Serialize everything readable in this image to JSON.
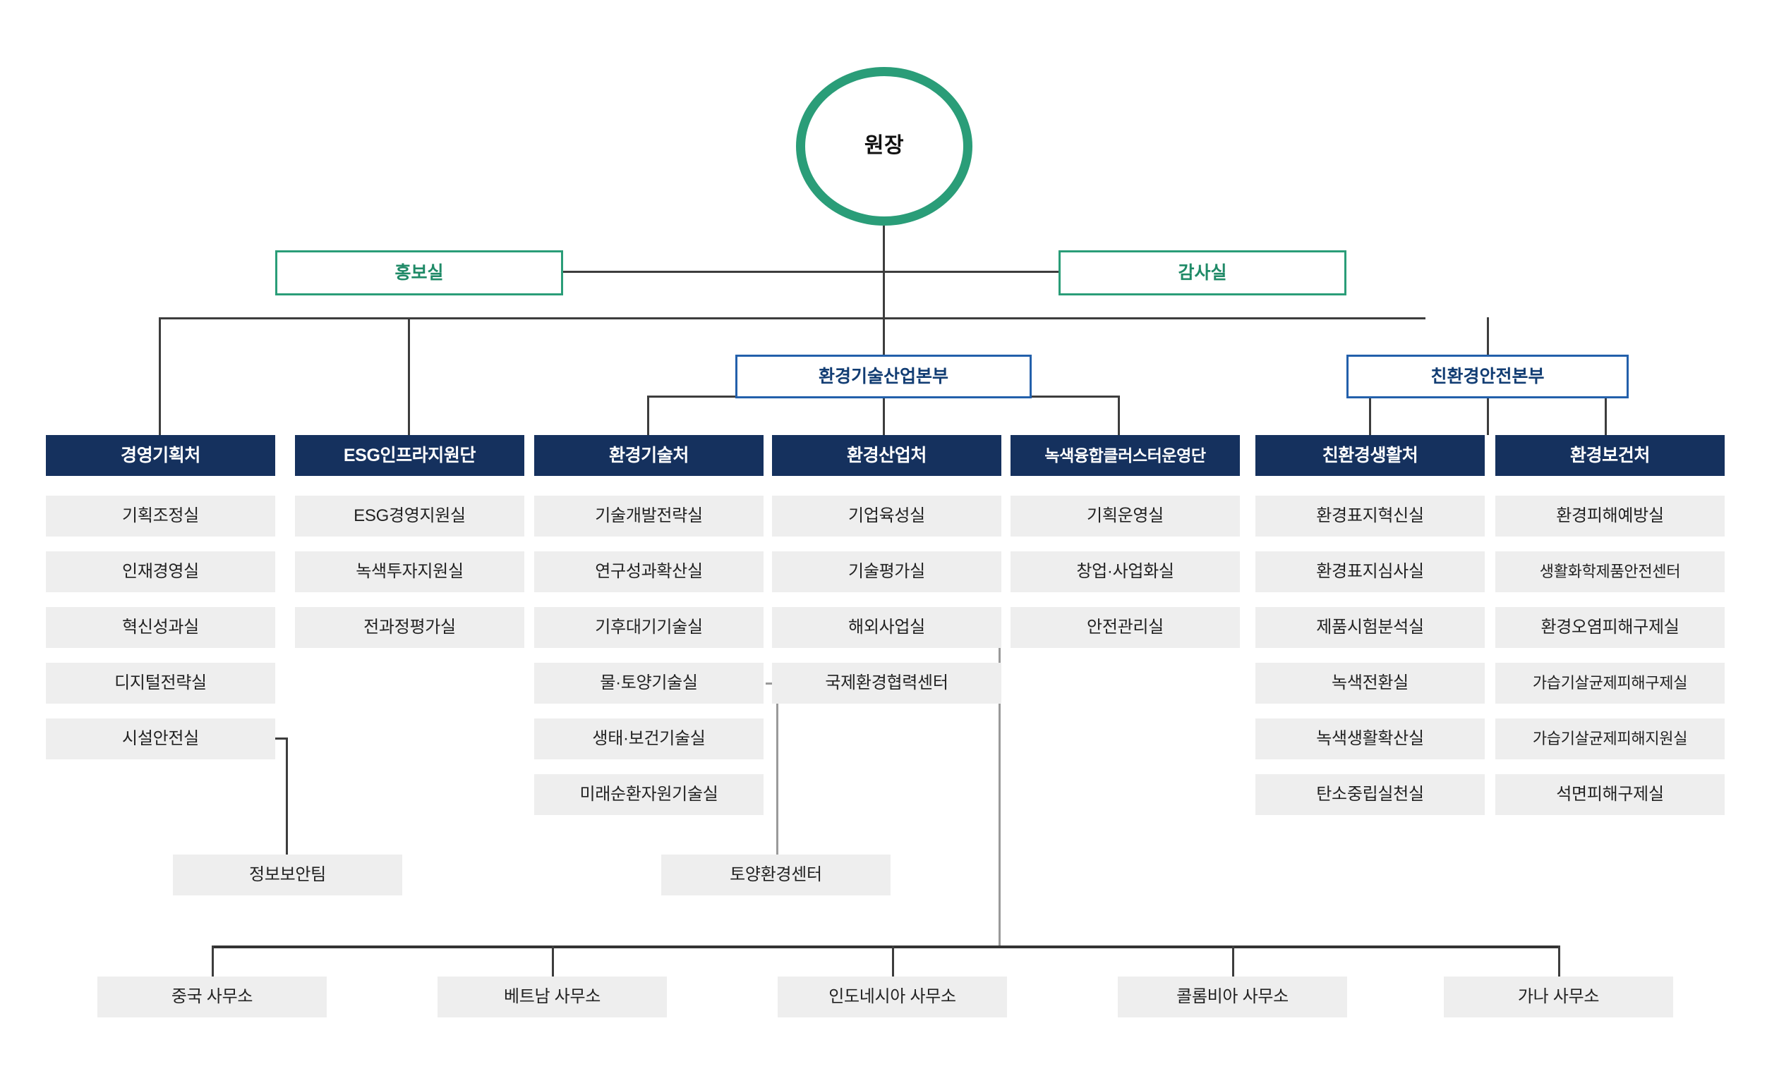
{
  "colors": {
    "root_ring": "#2a9d78",
    "green_box": "#2a9d78",
    "green_text": "#1f8a67",
    "blue_box": "#2360ab",
    "blue_text": "#123d73",
    "navy_fill": "#15315e",
    "navy_text": "#ffffff",
    "grey_fill": "#eeeeee",
    "grey_text": "#222222",
    "line": "#3d3d3d"
  },
  "root": {
    "label": "원장"
  },
  "staff_offices": [
    {
      "label": "홍보실"
    },
    {
      "label": "감사실"
    }
  ],
  "divisions": [
    {
      "label": "환경기술산업본부"
    },
    {
      "label": "친환경안전본부"
    }
  ],
  "departments": [
    {
      "header": "경영기획처",
      "items": [
        "기획조정실",
        "인재경영실",
        "혁신성과실",
        "디지털전략실",
        "시설안전실"
      ]
    },
    {
      "header": "ESG인프라지원단",
      "items": [
        "ESG경영지원실",
        "녹색투자지원실",
        "전과정평가실"
      ]
    },
    {
      "header": "환경기술처",
      "items": [
        "기술개발전략실",
        "연구성과확산실",
        "기후대기기술실",
        "물·토양기술실",
        "생태·보건기술실",
        "미래순환자원기술실"
      ]
    },
    {
      "header": "환경산업처",
      "items": [
        "기업육성실",
        "기술평가실",
        "해외사업실",
        "국제환경협력센터"
      ]
    },
    {
      "header": "녹색융합클러스터운영단",
      "items": [
        "기획운영실",
        "창업·사업화실",
        "안전관리실"
      ]
    },
    {
      "header": "친환경생활처",
      "items": [
        "환경표지혁신실",
        "환경표지심사실",
        "제품시험분석실",
        "녹색전환실",
        "녹색생활확산실",
        "탄소중립실천실"
      ]
    },
    {
      "header": "환경보건처",
      "items": [
        "환경피해예방실",
        "생활화학제품안전센터",
        "환경오염피해구제실",
        "가습기살균제피해구제실",
        "가습기살균제피해지원실",
        "석면피해구제실"
      ]
    }
  ],
  "satellite_nodes": [
    {
      "label": "정보보안팀"
    },
    {
      "label": "토양환경센터"
    }
  ],
  "overseas_offices": [
    {
      "label": "중국 사무소"
    },
    {
      "label": "베트남 사무소"
    },
    {
      "label": "인도네시아 사무소"
    },
    {
      "label": "콜롬비아 사무소"
    },
    {
      "label": "가나 사무소"
    }
  ]
}
